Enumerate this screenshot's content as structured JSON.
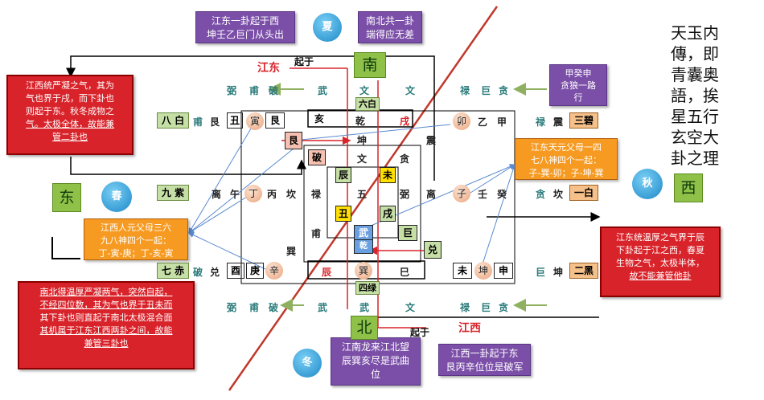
{
  "top_callouts": {
    "left": "江东一卦起于西\n坤壬乙巨门从头出",
    "right": "南北共一卦\n端得应无差"
  },
  "bottom_callouts": {
    "left": "江南龙来江北望\n辰巽亥尽是武曲\n位",
    "right": "江西一卦起于东\n艮丙辛位位是破军"
  },
  "red_callouts": {
    "top_left": [
      "江西统严凝之气，其为",
      "气也界于戌，而下卦也",
      "则起于东。秋冬成物之",
      "气。太极全体，故能兼",
      "管二卦也"
    ],
    "bottom_left": [
      "南北得温厚严凝两气，突然自起，",
      "不经四位数，其为气也界于丑未而",
      "其下卦也则直起于南北太极混合面",
      "其机属于江东江西两卦之间，故能",
      "兼管三卦也"
    ],
    "right": [
      "江东统温厚之气界于辰",
      "下卦起于江之西，春夏",
      "生物之气，太极半体，",
      "故不能兼管他卦"
    ]
  },
  "orange_callouts": {
    "right": [
      "江东天元父母一四",
      "七八神四个一起：",
      "子-巽-卯；子-坤-巽"
    ],
    "left": [
      "江西人元父母三六",
      "九八神四个一起：",
      "丁-寅-庚；丁-亥-寅"
    ]
  },
  "seasons": {
    "summer": "夏",
    "spring": "春",
    "autumn": "秋",
    "winter": "冬"
  },
  "directions": {
    "south": "南",
    "north": "北",
    "east": "东",
    "west": "西"
  },
  "labels": {
    "jiangdong": "江东",
    "jiangxi": "江西",
    "qiyu_top": "起于",
    "qiyu_bottom": "起于"
  },
  "sidebar_text": [
    "天玉内",
    "傳，即",
    "青囊奥",
    "語，挨",
    "星五行",
    "玄空大",
    "卦之理"
  ],
  "top_row_stars": [
    "弼",
    "甫",
    "破",
    "武",
    "文",
    "文",
    "禄",
    "巨",
    "贪"
  ],
  "top_right_callout": "甲癸申\n贪狼一路\n行",
  "bottom_row_stars": [
    "弼",
    "甫",
    "破",
    "武",
    "武",
    "文",
    "禄",
    "巨",
    "贪"
  ],
  "left_rows": [
    {
      "star": "八 白",
      "s2": "甫",
      "gua": "艮",
      "cells": [
        "丑",
        "寅",
        "艮"
      ]
    },
    {
      "star": "九 紫",
      "s2": "离",
      "gua": "",
      "cells": [
        "午",
        "丁",
        "丙"
      ]
    },
    {
      "star": "七 赤",
      "s2": "破",
      "gua": "兑",
      "cells": [
        "酉",
        "庚",
        "辛"
      ]
    }
  ],
  "right_rows": [
    {
      "cells": [
        "卯",
        "乙",
        "甲"
      ],
      "s1": "禄",
      "s2": "震",
      "star": "三碧"
    },
    {
      "cells": [
        "子",
        "壬",
        "癸"
      ],
      "s1": "贪",
      "s2": "坎",
      "star": "一白"
    },
    {
      "cells": [
        "未",
        "坤",
        "申"
      ],
      "s1": "巨",
      "s2": "坤",
      "star": "二黑"
    }
  ],
  "center": {
    "top_row": [
      "亥",
      "乾",
      "戌"
    ],
    "liubai": "六白",
    "sihu": "四绿",
    "bottom_row": [
      "辰",
      "巽",
      "巳"
    ],
    "gen_left": "艮",
    "kun": "坤",
    "zhen": "震",
    "kan": "坎",
    "li_left": "离",
    "li_right": "离",
    "xun": "巽",
    "dui": "兑",
    "inner_top": [
      "破",
      "文",
      "贪"
    ],
    "inner_mid": [
      "禄",
      "五",
      "弼"
    ],
    "inner_bot": [
      "甫",
      "武",
      "巨"
    ],
    "chen": "辰",
    "wei": "未",
    "chou": "丑",
    "xu": "戌",
    "qian_inner": "乾"
  },
  "colors": {
    "red": "#d8232a",
    "purple": "#7b4fa8",
    "orange": "#f69a22",
    "green": "#8fc047",
    "blue": "#1e88c8"
  }
}
